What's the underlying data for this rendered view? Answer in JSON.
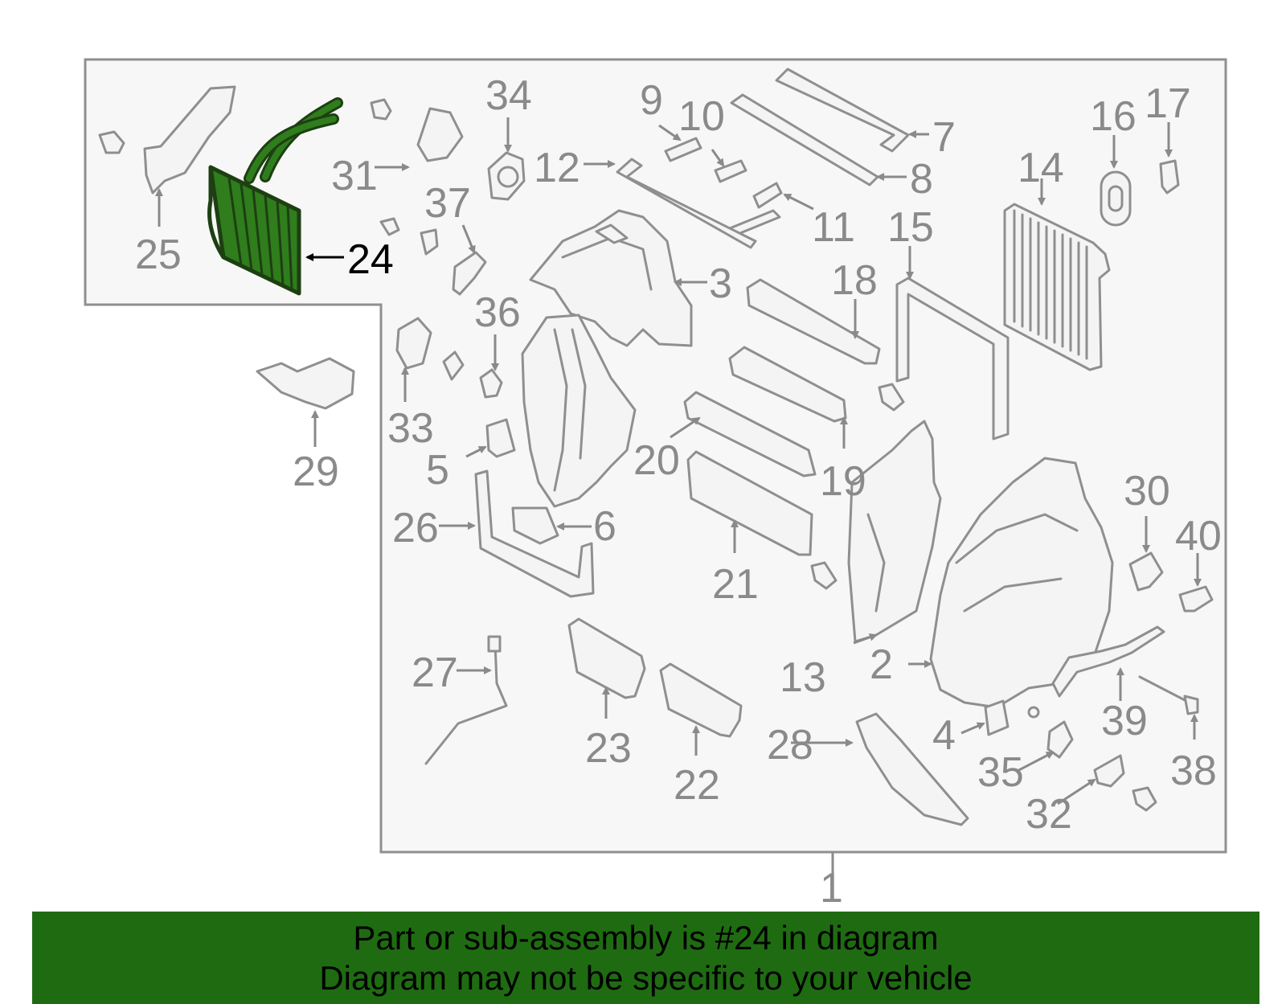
{
  "diagram": {
    "title": "",
    "highlight_color": "#2f7d1c",
    "highlighted_callout": "24",
    "callouts": [
      "1",
      "2",
      "3",
      "4",
      "5",
      "6",
      "7",
      "8",
      "9",
      "10",
      "11",
      "12",
      "13",
      "14",
      "15",
      "16",
      "17",
      "18",
      "19",
      "20",
      "21",
      "22",
      "23",
      "24",
      "25",
      "26",
      "27",
      "28",
      "29",
      "30",
      "31",
      "32",
      "33",
      "34",
      "35",
      "36",
      "37",
      "38",
      "39",
      "40"
    ]
  },
  "banner": {
    "line1": "Part or sub-assembly is #24 in diagram",
    "line2": "Diagram may not be specific to your vehicle",
    "background": "#1f6b12"
  }
}
